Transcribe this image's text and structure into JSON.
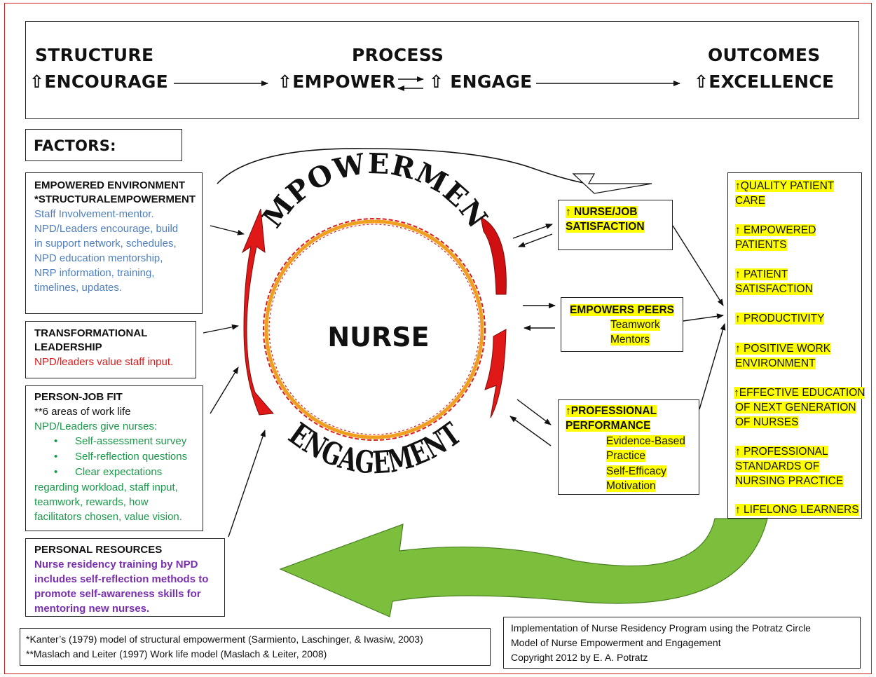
{
  "header": {
    "structure": "STRUCTURE",
    "process": "PROCESS",
    "outcomes": "OUTCOMES",
    "encourage": "⇧ENCOURAGE",
    "empower": "⇧EMPOWER",
    "engage": "⇧ ENGAGE",
    "excellence": "⇧EXCELLENCE"
  },
  "factors_title": "FACTORS:",
  "factors": {
    "empowered_env": {
      "title": "EMPOWERED ENVIRONMENT",
      "subtitle": "*STRUCTURALEMPOWERMENT",
      "lines": [
        "Staff Involvement-mentor.",
        "NPD/Leaders encourage, build",
        "in support network, schedules,",
        "NPD education mentorship,",
        "NRP information, training,",
        "timelines, updates."
      ]
    },
    "transformational": {
      "title1": "TRANSFORMATIONAL",
      "title2": "LEADERSHIP",
      "line": "NPD/leaders value staff input."
    },
    "person_job": {
      "title": "PERSON-JOB FIT",
      "subtitle": "**6 areas of work life",
      "intro": "NPD/Leaders give nurses:",
      "bullets": [
        "Self-assessment survey",
        "Self-reflection questions",
        "Clear expectations"
      ],
      "lines": [
        "regarding workload, staff input,",
        "teamwork, rewards, how",
        "facilitators chosen, value vision."
      ]
    },
    "personal": {
      "title": "PERSONAL RESOURCES",
      "lines": [
        "Nurse residency training by NPD",
        "includes self-reflection methods to",
        "promote self-awareness skills for",
        "mentoring new nurses."
      ]
    }
  },
  "circle": {
    "top_word": "EMPOWERMENT",
    "center_word": "NURSE",
    "bottom_word": "ENGAGEMENT"
  },
  "middle": {
    "satisfaction": [
      "↑ NURSE/JOB",
      "SATISFACTION"
    ],
    "peers": {
      "title": "EMPOWERS PEERS",
      "items": [
        "Teamwork",
        "Mentors"
      ]
    },
    "performance": {
      "title": [
        "↑PROFESSIONAL",
        "PERFORMANCE"
      ],
      "items": [
        "Evidence-Based",
        "Practice",
        "Self-Efficacy",
        "Motivation"
      ]
    }
  },
  "outcomes": [
    [
      "↑QUALITY PATIENT",
      "CARE"
    ],
    [
      "↑ EMPOWERED",
      "PATIENTS"
    ],
    [
      "↑ PATIENT",
      "SATISFACTION"
    ],
    [
      "↑ PRODUCTIVITY"
    ],
    [
      "↑ POSITIVE WORK",
      "ENVIRONMENT"
    ],
    [
      "↑EFFECTIVE EDUCATION",
      "OF NEXT GENERATION",
      "OF NURSES"
    ],
    [
      "↑ PROFESSIONAL",
      "STANDARDS OF",
      "NURSING PRACTICE"
    ],
    [
      "↑ LIFELONG LEARNERS"
    ]
  ],
  "footnotes": [
    "*Kanter’s (1979) model of structural empowerment (Sarmiento, Laschinger, & Iwasiw, 2003)",
    "**Maslach and Leiter (1997) Work life model (Maslach & Leiter, 2008)"
  ],
  "citation": [
    "Implementation of Nurse Residency Program using the Potratz Circle",
    "Model of Nurse Empowerment and Engagement",
    "Copyright 2012 by E. A. Potratz"
  ],
  "colors": {
    "border": "#d02020",
    "highlight": "#ffff00",
    "arrow_red": "#e01818",
    "arrow_green": "#7cbf3c",
    "ring_orange": "#f0a020"
  }
}
